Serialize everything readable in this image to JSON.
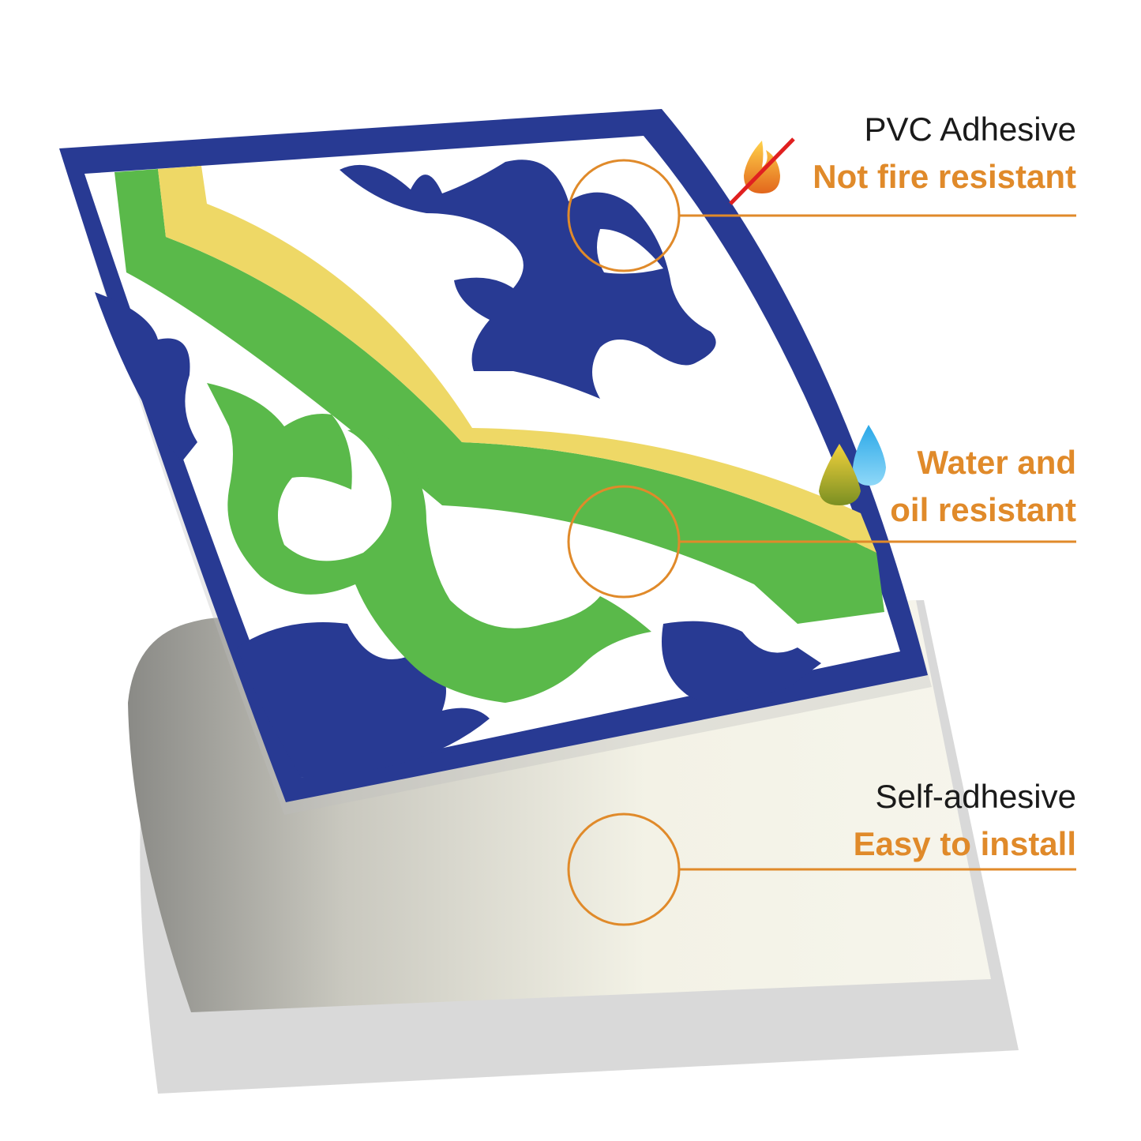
{
  "features": [
    {
      "heading": "PVC Adhesive",
      "subheading": "Not fire resistant",
      "icon": "crossed-fire-icon"
    },
    {
      "heading": "",
      "subheading_line1": "Water and",
      "subheading_line2": "oil resistant",
      "icon": "water-oil-drops-icon"
    },
    {
      "heading": "Self-adhesive",
      "subheading": "Easy to install",
      "icon": ""
    }
  ],
  "colors": {
    "accent": "#e08a2a",
    "tile_blue": "#283a93",
    "tile_green": "#5ab94a",
    "tile_yellow": "#eed866",
    "backing_paper": "#f3f2e6",
    "text_dark": "#1a1a1a",
    "strike_red": "#e02020"
  }
}
